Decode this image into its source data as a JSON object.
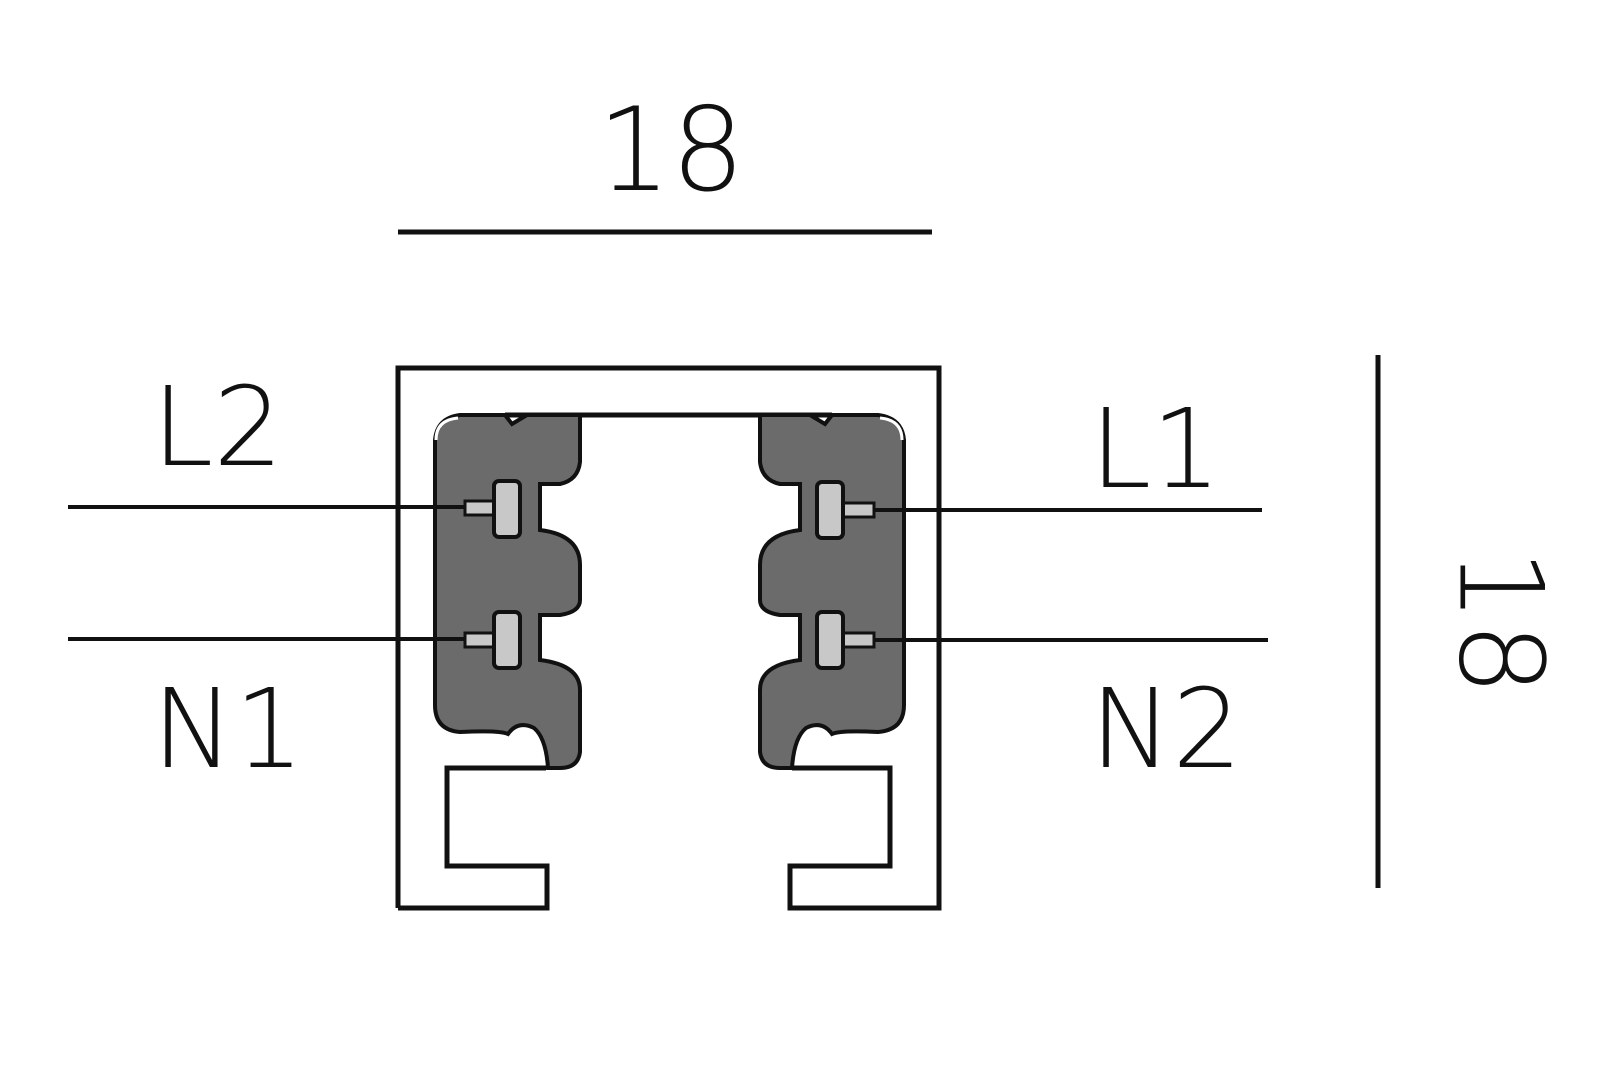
{
  "dimensions": {
    "width_label": "18",
    "height_label": "18"
  },
  "conductors": {
    "left_top": "L2",
    "left_bottom": "N1",
    "right_top": "L1",
    "right_bottom": "N2"
  },
  "colors": {
    "line": "#111111",
    "insulator": "#6b6b6b",
    "contact": "#c8c8c8",
    "background": "#ffffff"
  }
}
